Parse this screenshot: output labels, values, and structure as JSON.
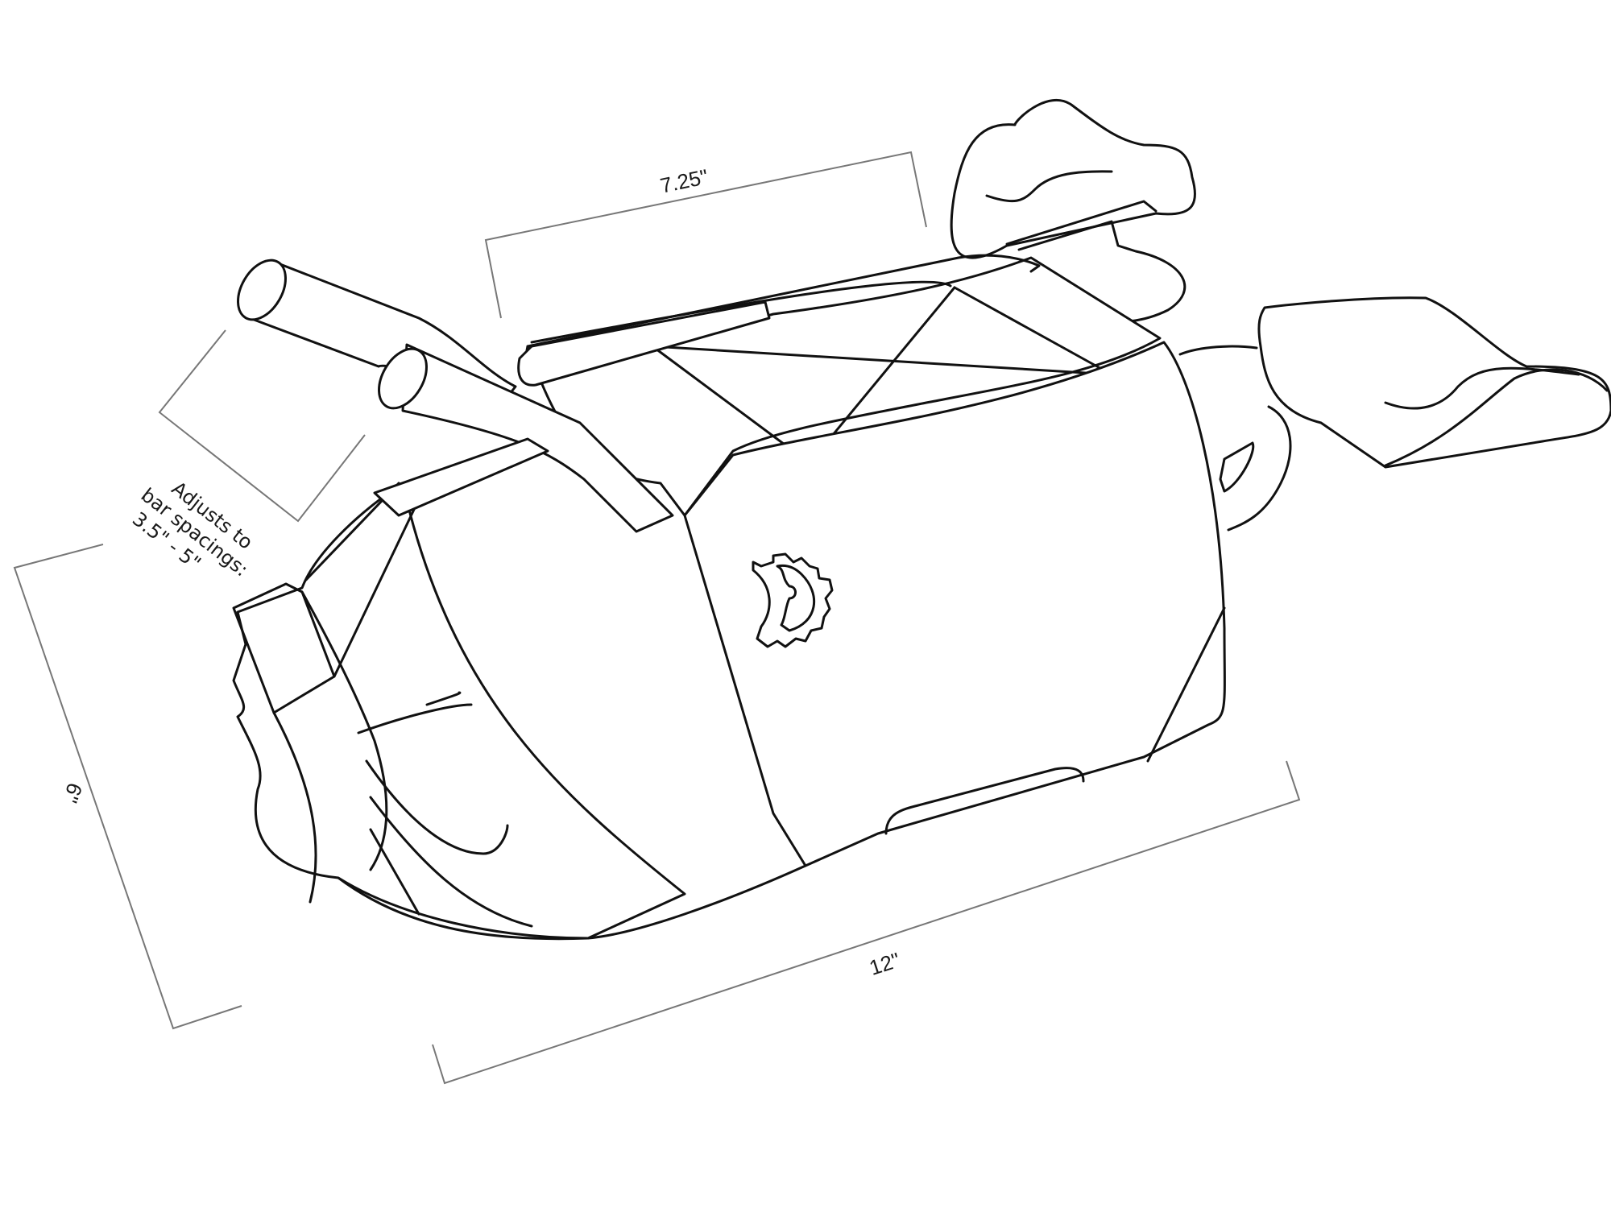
{
  "diagram": {
    "subject": "Handlebar bag with accessory pockets, mounted on handlebars",
    "colors": {
      "background": "#ffffff",
      "outline": "#111111",
      "dimension_line": "#777777",
      "text": "#1a1a1a"
    },
    "dimensions": {
      "top_width": {
        "label": "7.25\""
      },
      "bar_spacing": {
        "line1": "Adjusts to",
        "line2": "bar spacings:",
        "line3": "3.5\" - 5\""
      },
      "height": {
        "label": "6\""
      },
      "length": {
        "label": "12\""
      }
    },
    "icons": {
      "logo": "gear-logo-icon"
    },
    "parts": [
      "handlebar-left",
      "handlebar-right",
      "main-bag-body",
      "roll-top-end",
      "side-pocket-top",
      "side-pocket-right",
      "front-panel-logo"
    ]
  }
}
